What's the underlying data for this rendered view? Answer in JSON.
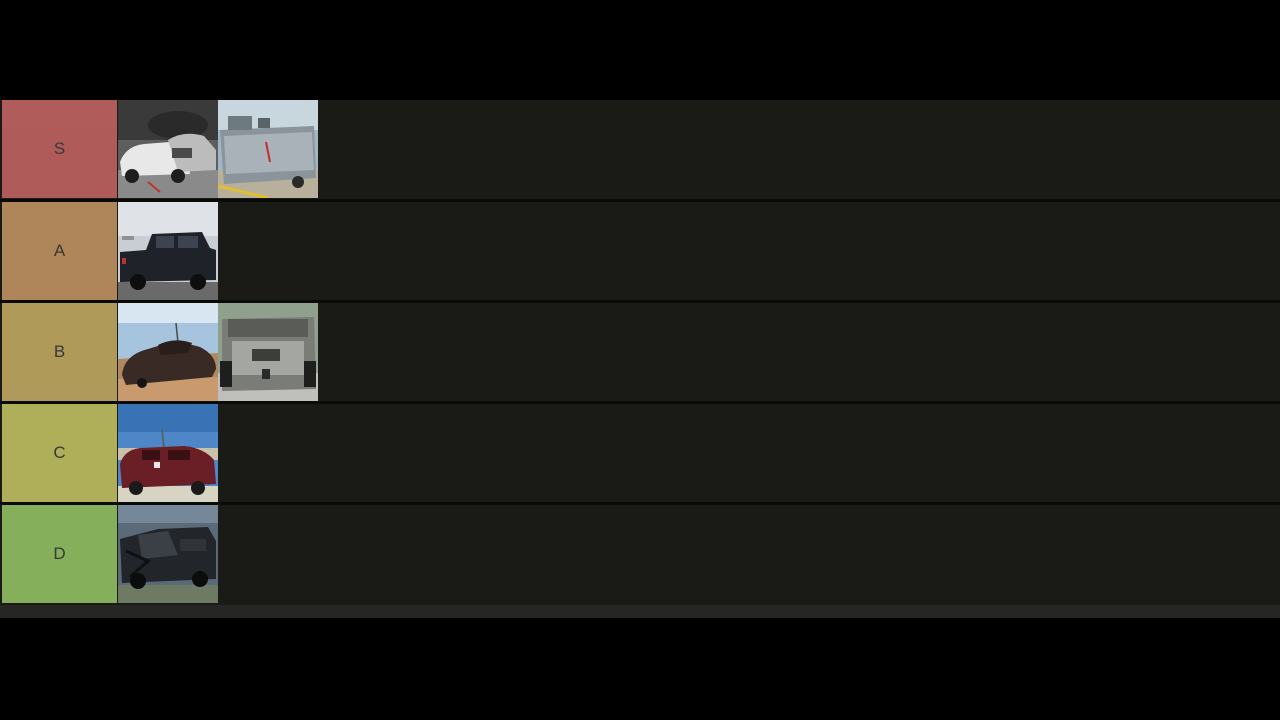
{
  "tier_list": {
    "tiers": [
      {
        "label": "S",
        "color": "#ff7f7f",
        "items": [
          {
            "icon": "white-car-crash-image"
          },
          {
            "icon": "armored-truck-image"
          }
        ]
      },
      {
        "label": "A",
        "color": "#ffbf7f",
        "items": [
          {
            "icon": "black-pickup-truck-image"
          }
        ]
      },
      {
        "label": "B",
        "color": "#ffdf7f",
        "items": [
          {
            "icon": "dark-sedan-desert-image"
          },
          {
            "icon": "gray-armored-suv-image"
          }
        ]
      },
      {
        "label": "C",
        "color": "#ffff7f",
        "items": [
          {
            "icon": "maroon-car-desert-image"
          }
        ]
      },
      {
        "label": "D",
        "color": "#bfff7f",
        "items": [
          {
            "icon": "dark-armored-car-image"
          }
        ]
      }
    ]
  }
}
